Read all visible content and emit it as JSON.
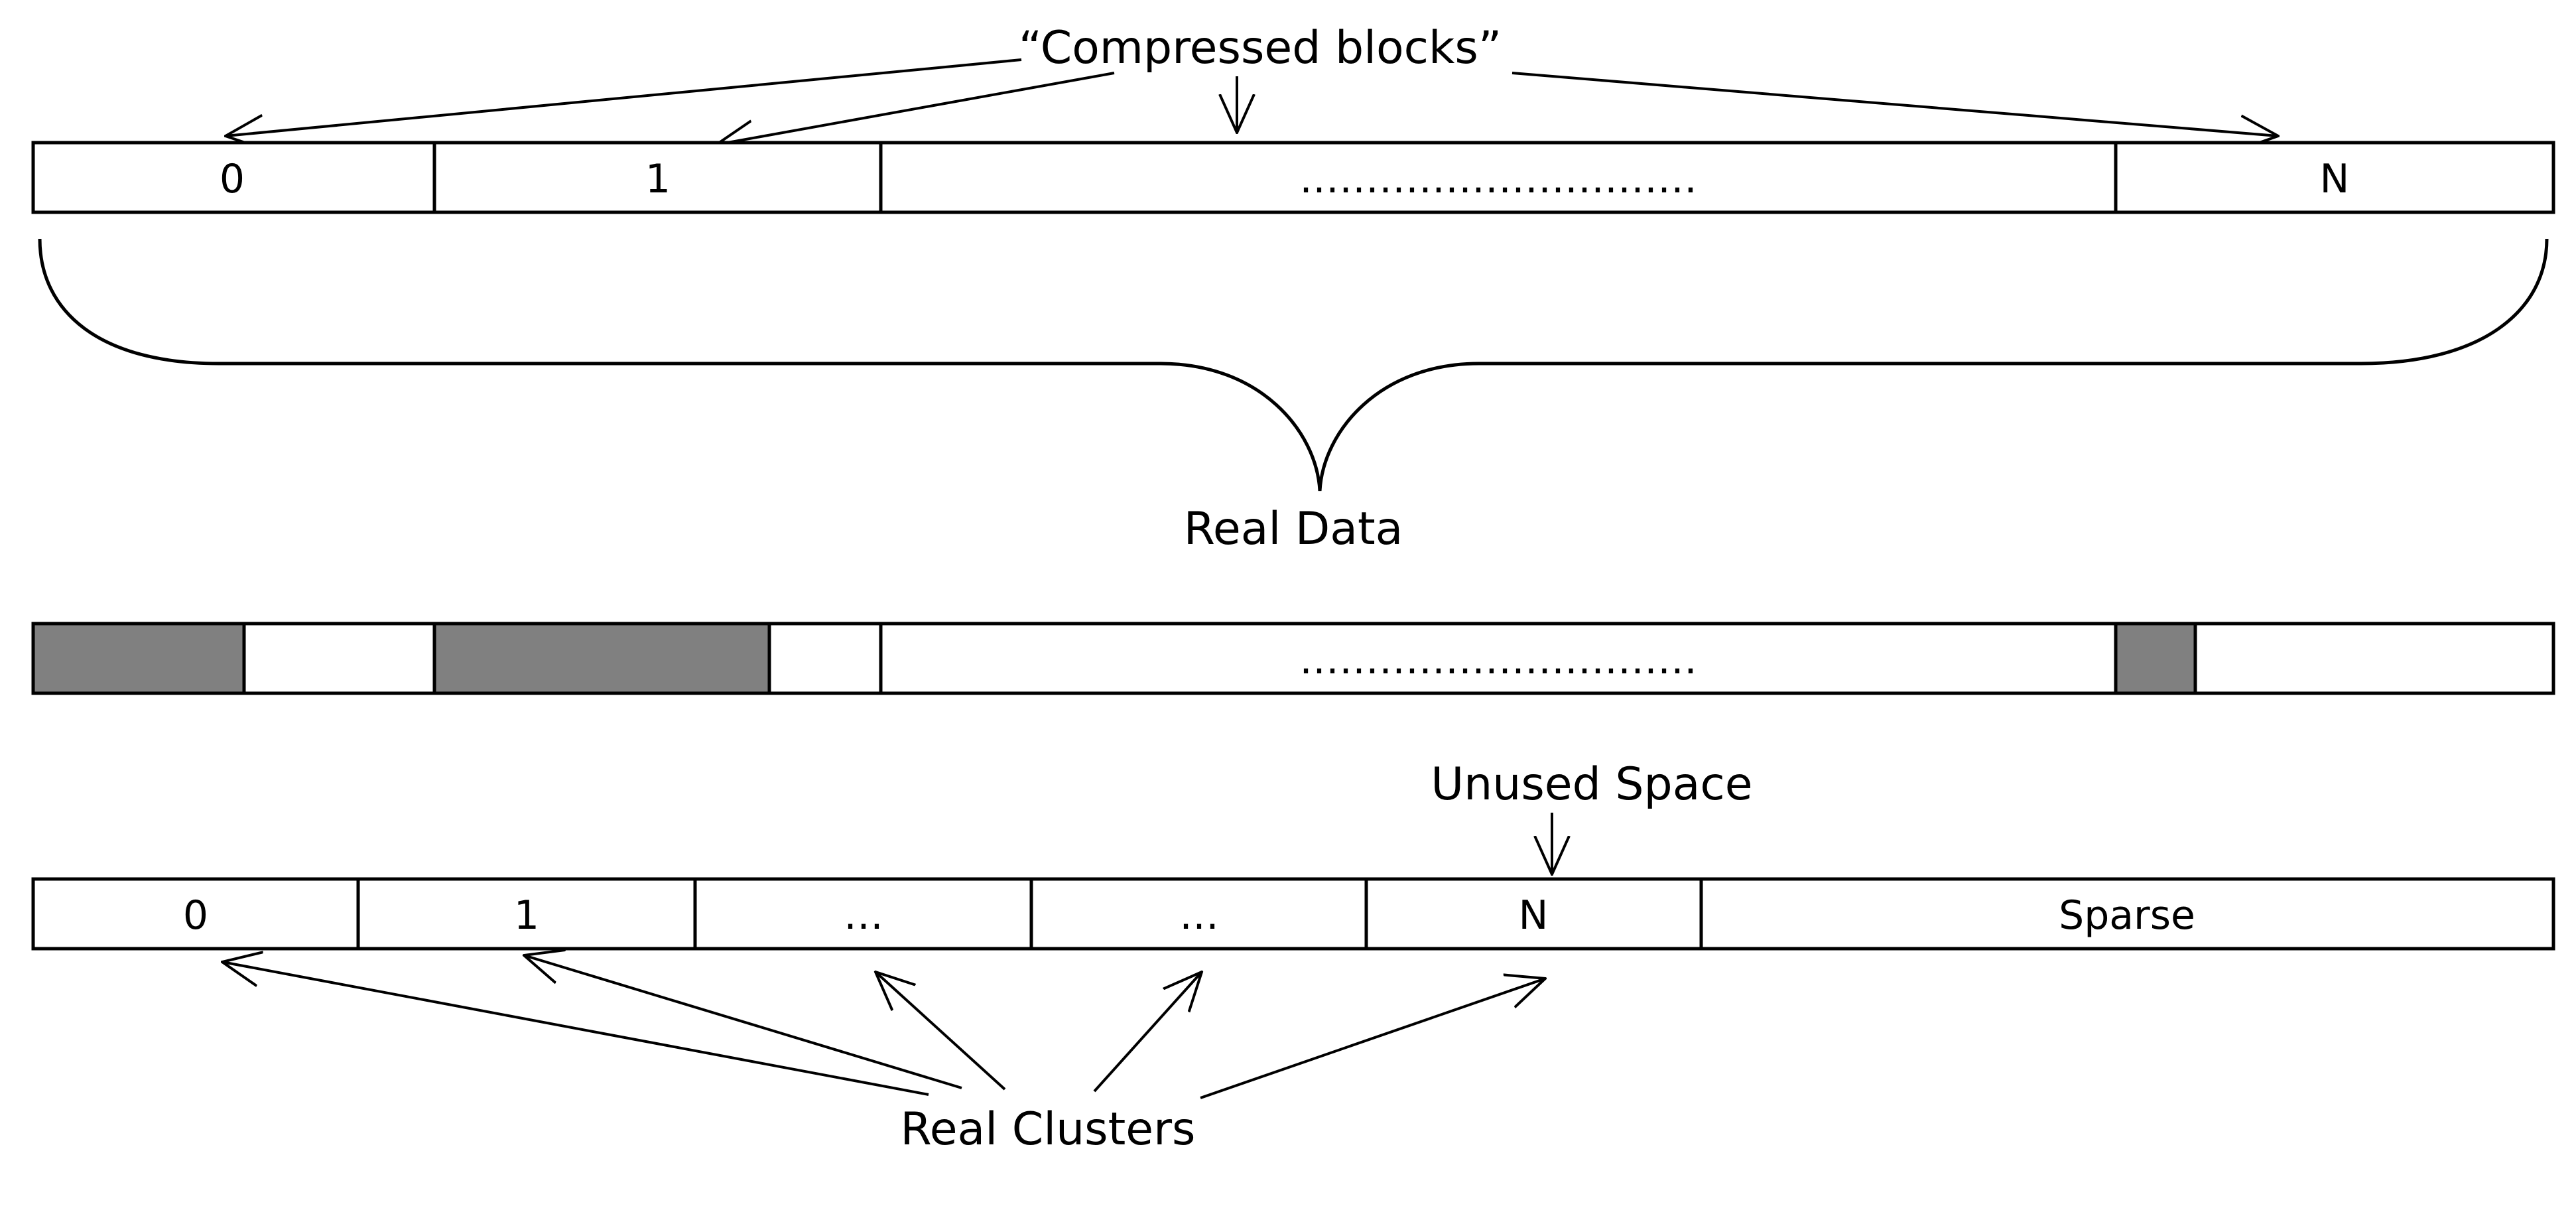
{
  "labels": {
    "compressed_blocks": "“Compressed blocks”",
    "real_data": "Real Data",
    "unused_space": "Unused Space",
    "real_clusters": "Real Clusters"
  },
  "top_row": {
    "cells": [
      "0",
      "1",
      "…………………………",
      "N"
    ]
  },
  "middle_row": {
    "ellipsis": "…………………………",
    "shade_color": "#808080"
  },
  "bottom_row": {
    "cells": [
      "0",
      "1",
      "…",
      "…",
      "N",
      "Sparse"
    ]
  }
}
